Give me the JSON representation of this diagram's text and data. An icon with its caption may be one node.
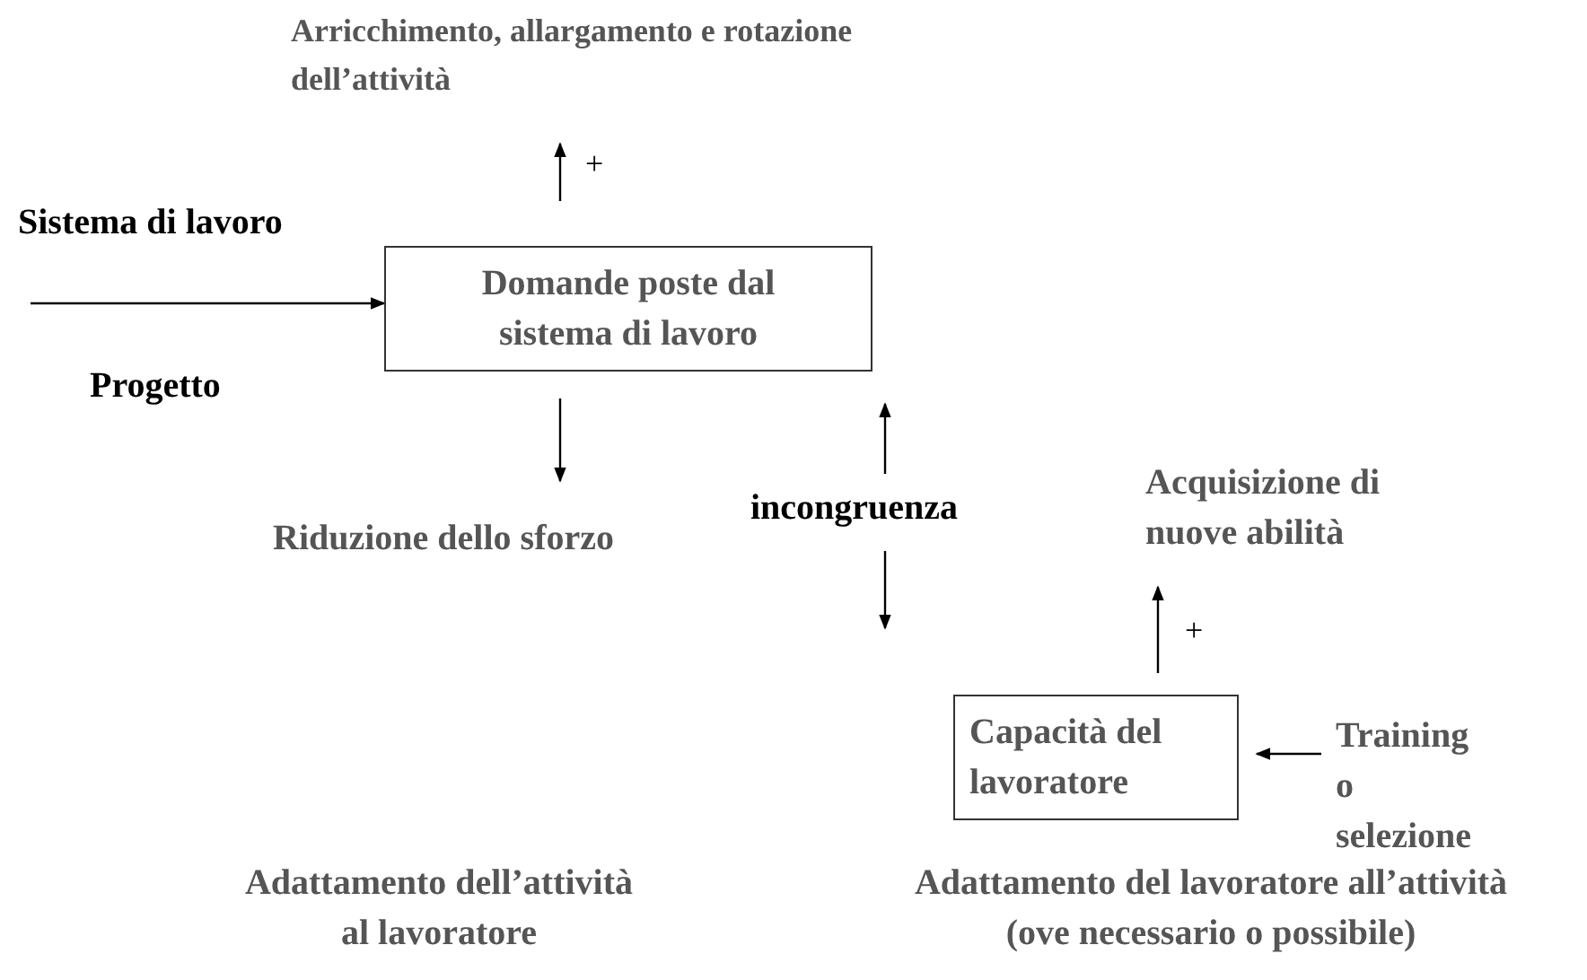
{
  "diagram": {
    "nodes": [
      {
        "text": [
          "Arricchimento, allargamento e rotazione dell’attività"
        ]
      },
      {
        "text": [
          "Domande poste dal sistema di lavoro"
        ]
      },
      {
        "text": [
          "Riduzione dello sforzo"
        ]
      },
      {
        "text": [
          "incongruenza"
        ]
      },
      {
        "text": [
          "Acquisizione di nuove abilità"
        ]
      },
      {
        "text": [
          "Capacità del lavoratore"
        ]
      },
      {
        "text": [
          "Training o selezione"
        ]
      }
    ],
    "edges": [
      {
        "from": 1,
        "to": 0,
        "arrow": "to",
        "label": "+"
      },
      {
        "from": null,
        "to": 1,
        "arrow": "to"
      },
      {
        "from": 1,
        "to": 2,
        "arrow": "to"
      },
      {
        "from": 3,
        "to": 1,
        "arrow": "to"
      },
      {
        "from": 3,
        "to": null,
        "arrow": "to"
      },
      {
        "from": 5,
        "to": 4,
        "arrow": "to",
        "label": "+"
      },
      {
        "from": 6,
        "to": 5,
        "arrow": "to"
      }
    ],
    "labels": [
      "Sistema di lavoro",
      "Progetto",
      "Adattamento dell’attività al lavoratore",
      "Adattamento del lavoratore all’attività (ove necessario o possibile)"
    ]
  }
}
